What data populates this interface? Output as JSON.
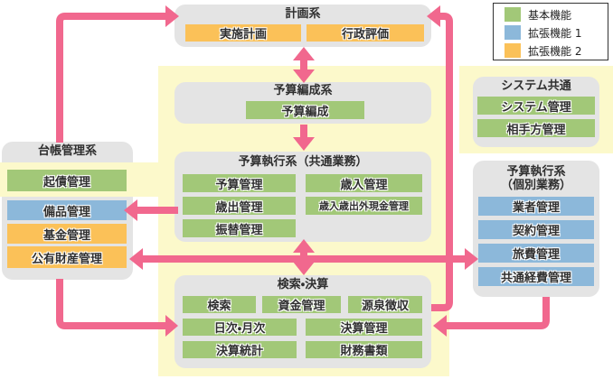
{
  "palette": {
    "basic": "#a2c878",
    "ext1": "#8cb8da",
    "ext2": "#fbc158",
    "arrow": "#f1688e",
    "yellow": "#fcf9cb",
    "panel": "#e4e4e4",
    "text": "#2f2f2f",
    "legend_border": "#333333"
  },
  "legend": {
    "items": [
      {
        "label": "基本機能",
        "type": "basic"
      },
      {
        "label": "拡張機能 1",
        "type": "ext1"
      },
      {
        "label": "拡張機能 2",
        "type": "ext2"
      }
    ]
  },
  "groups": {
    "keikaku": {
      "title": "計画系",
      "items": [
        {
          "label": "実施計画",
          "type": "ext2"
        },
        {
          "label": "行政評価",
          "type": "ext2"
        }
      ]
    },
    "yosan_hensei": {
      "title": "予算編成系",
      "items": [
        {
          "label": "予算編成",
          "type": "basic"
        }
      ]
    },
    "shikkou_kyotsu": {
      "title": "予算執行系（共通業務）",
      "items": [
        {
          "label": "予算管理",
          "type": "basic"
        },
        {
          "label": "歳入管理",
          "type": "basic"
        },
        {
          "label": "歳出管理",
          "type": "basic"
        },
        {
          "label": "歳入歳出外現金管理",
          "type": "basic"
        },
        {
          "label": "振替管理",
          "type": "basic"
        }
      ]
    },
    "kensaku_kessan": {
      "title": "検索・決算",
      "items": [
        {
          "label": "検索",
          "type": "basic"
        },
        {
          "label": "資金管理",
          "type": "basic"
        },
        {
          "label": "源泉徴収",
          "type": "basic"
        },
        {
          "label": "日次・月次",
          "type": "basic"
        },
        {
          "label": "決算管理",
          "type": "basic"
        },
        {
          "label": "決算統計",
          "type": "basic"
        },
        {
          "label": "財務書類",
          "type": "basic"
        }
      ]
    },
    "daicho_kanri": {
      "title": "台帳管理系",
      "items": [
        {
          "label": "起債管理",
          "type": "basic"
        },
        {
          "label": "備品管理",
          "type": "ext1"
        },
        {
          "label": "基金管理",
          "type": "ext2"
        },
        {
          "label": "公有財産管理",
          "type": "ext2"
        }
      ]
    },
    "system_kyotsu": {
      "title": "システム共通",
      "items": [
        {
          "label": "システム管理",
          "type": "basic"
        },
        {
          "label": "相手方管理",
          "type": "basic"
        }
      ]
    },
    "shikkou_kobetsu": {
      "title": "予算執行系\n（個別業務）",
      "items": [
        {
          "label": "業者管理",
          "type": "ext1"
        },
        {
          "label": "契約管理",
          "type": "ext1"
        },
        {
          "label": "旅費管理",
          "type": "ext1"
        },
        {
          "label": "共通経費管理",
          "type": "ext1"
        }
      ]
    }
  }
}
